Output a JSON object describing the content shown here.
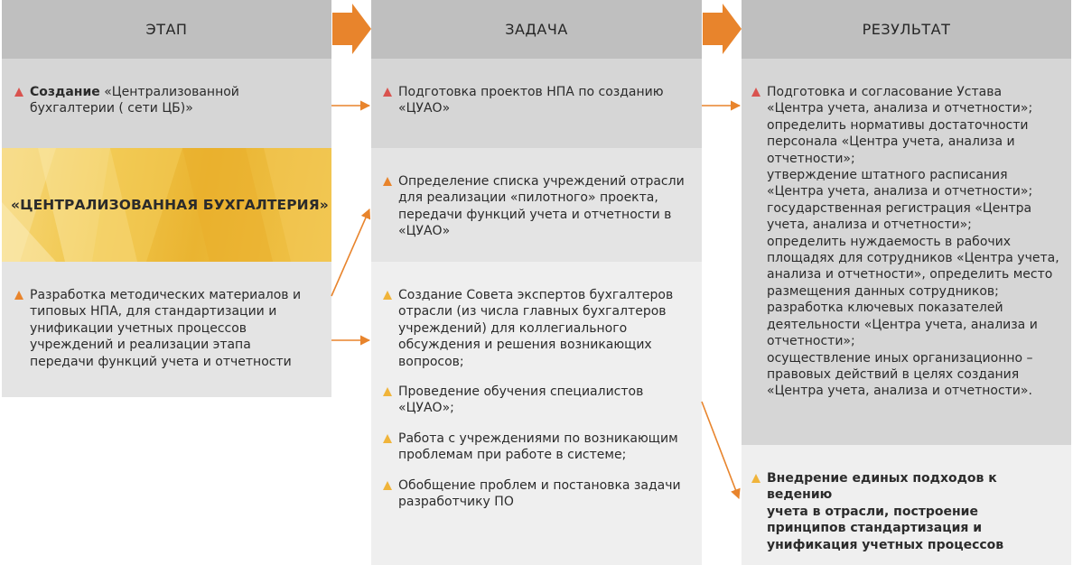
{
  "columns": {
    "stage": "ЭТАП",
    "task": "ЗАДАЧА",
    "result": "РЕЗУЛЬТАТ"
  },
  "stage": {
    "item1": {
      "bold": "Создание",
      "text": " «Централизованной\nбухгалтерии ( сети ЦБ)»"
    },
    "banner": "«ЦЕНТРАЛИЗОВАННАЯ БУХГАЛТЕРИЯ»",
    "item2": "Разработка методических материалов и\nтиповых НПА, для стандартизации и\nунификации учетных процессов\nучреждений и реализации этапа\nпередачи функций учета и отчетности"
  },
  "task": {
    "item1": "Подготовка проектов НПА по созданию\n«ЦУАО»",
    "item2": "Определение списка учреждений отрасли\nдля реализации «пилотного» проекта,\nпередачи функций учета и отчетности в\n«ЦУАО»",
    "items3": [
      "Создание Совета экспертов бухгалтеров\nотрасли (из числа главных бухгалтеров\nучреждений) для коллегиального\nобсуждения и решения возникающих\nвопросов;",
      "Проведение обучения специалистов\n«ЦУАО»;",
      "Работа с учреждениями по возникающим\nпроблемам при работе в системе;",
      "Обобщение проблем и постановка задачи\nразработчику ПО"
    ]
  },
  "result": {
    "item1": "Подготовка и согласование Устава\n«Центра учета, анализа и отчетности»;\nопределить нормативы достаточности\nперсонала «Центра учета, анализа и\nотчетности»;\nутверждение штатного расписания\n«Центра учета, анализа и отчетности»;\nгосударственная регистрация «Центра\nучета, анализа и отчетности»;\nопределить нуждаемость в рабочих\nплощадях для сотрудников «Центра учета,\nанализа и отчетности», определить место\nразмещения данных сотрудников;\nразработка ключевых показателей\nдеятельности «Центра учета, анализа и\nотчетности»;\nосуществление иных организационно –\nправовых действий в целях создания\n«Центра учета, анализа и отчетности».",
    "item2": "Внедрение единых подходов к ведению\nучета в отрасли, построение\nпринципов стандартизация и\nунификация учетных процессов"
  },
  "colors": {
    "header": "#bfbfbf",
    "arrow": "#e8842c",
    "bullet_red": "#d9534f",
    "bullet_orange": "#e8842c",
    "bullet_yellow": "#f0b43a"
  }
}
